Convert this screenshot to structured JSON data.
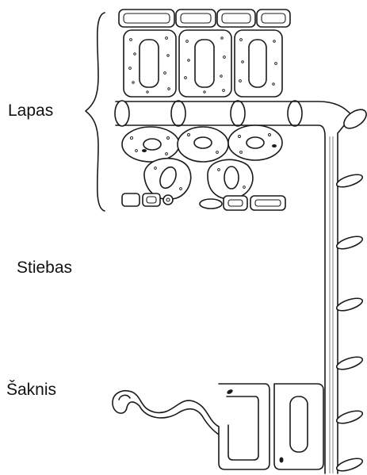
{
  "labels": {
    "leaf": "Lapas",
    "stem": "Stiebas",
    "root": "Šaknis"
  },
  "colors": {
    "ink": "#1a1a1a",
    "background": "#ffffff"
  }
}
